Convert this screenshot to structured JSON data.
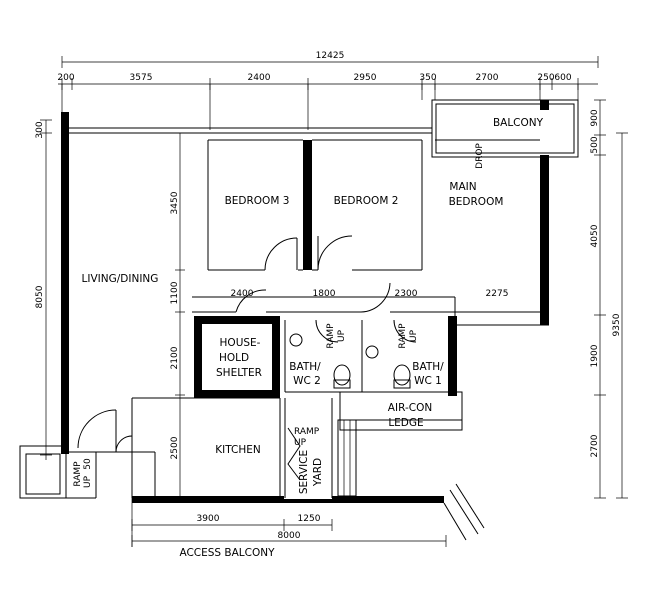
{
  "dimensions": {
    "overall_width": "12425",
    "top": [
      "200",
      "3575",
      "2400",
      "2950",
      "350",
      "2700",
      "250",
      "600"
    ],
    "left": [
      "300",
      "8050"
    ],
    "left_mid": [
      "3450",
      "1100",
      "2100",
      "2500"
    ],
    "middle_row": [
      "2400",
      "1800",
      "2300",
      "2275"
    ],
    "right_inner": [
      "900",
      "500",
      "4050",
      "1900",
      "2700"
    ],
    "right_outer": "9350",
    "bottom": [
      "3900",
      "1250"
    ],
    "bottom_total": "8000",
    "ramp_small": "50"
  },
  "rooms": {
    "balcony": "BALCONY",
    "drop": "DROP",
    "bedroom3": "BEDROOM 3",
    "bedroom2": "BEDROOM 2",
    "main_bedroom_1": "MAIN",
    "main_bedroom_2": "BEDROOM",
    "living_dining": "LIVING/DINING",
    "shelter_1": "HOUSE-",
    "shelter_2": "HOLD",
    "shelter_3": "SHELTER",
    "bath2_1": "BATH/",
    "bath2_2": "WC 2",
    "bath1_1": "BATH/",
    "bath1_2": "WC 1",
    "aircon_1": "AIR-CON",
    "aircon_2": "LEDGE",
    "kitchen": "KITCHEN",
    "service_yard_1": "SERVICE",
    "service_yard_2": "YARD",
    "access_balcony": "ACCESS BALCONY"
  },
  "ramps": {
    "ramp": "RAMP",
    "up": "UP"
  }
}
